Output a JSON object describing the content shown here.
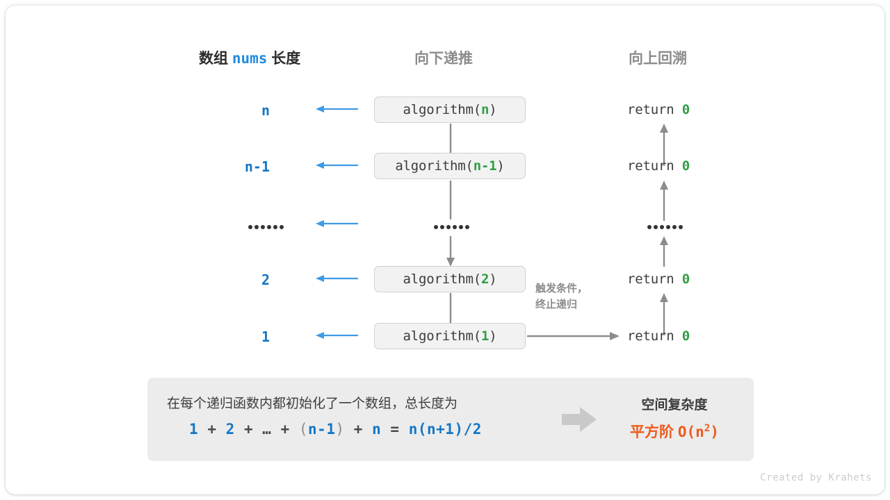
{
  "headers": {
    "left_prefix": "数组",
    "left_mono": "nums",
    "left_suffix": "长度",
    "middle": "向下递推",
    "right": "向上回溯"
  },
  "rows": [
    {
      "length": "n",
      "call_prefix": "algorithm(",
      "call_arg": "n",
      "call_suffix": ")",
      "return_text": "return",
      "return_value": "0"
    },
    {
      "length": "n-1",
      "call_prefix": "algorithm(",
      "call_arg": "n-1",
      "call_suffix": ")",
      "return_text": "return",
      "return_value": "0"
    },
    {
      "length": "dots",
      "call_prefix": "",
      "call_arg": "",
      "call_suffix": "",
      "return_text": "",
      "return_value": ""
    },
    {
      "length": "2",
      "call_prefix": "algorithm(",
      "call_arg": "2",
      "call_suffix": ")",
      "return_text": "return",
      "return_value": "0"
    },
    {
      "length": "1",
      "call_prefix": "algorithm(",
      "call_arg": "1",
      "call_suffix": ")",
      "return_text": "return",
      "return_value": "0"
    }
  ],
  "trigger_note": {
    "line1": "触发条件，",
    "line2": "终止递归"
  },
  "summary": {
    "text": "在每个递归函数内都初始化了一个数组，总长度为",
    "formula": {
      "t1": "1",
      "op1": "+",
      "t2": "2",
      "op2": "+",
      "ellipsis": "…",
      "op3": "+",
      "lparen": "(",
      "t3": "n-1",
      "rparen": ")",
      "op4": "+",
      "t4": "n",
      "eq": "=",
      "result": "n(n+1)/2"
    },
    "right_title": "空间复杂度",
    "right_value_prefix": "平方阶",
    "right_value_big_o": "O(n",
    "right_value_exp": "2",
    "right_value_close": ")"
  },
  "credit": "Created by Krahets",
  "colors": {
    "blue": "#1476c6",
    "arrow_blue": "#3f9ae5",
    "green": "#2f9e44",
    "orange": "#ec5b1e",
    "gray_arrow": "#8c8c8c",
    "box_fill": "#f2f2f2",
    "panel_fill": "#ececec"
  }
}
